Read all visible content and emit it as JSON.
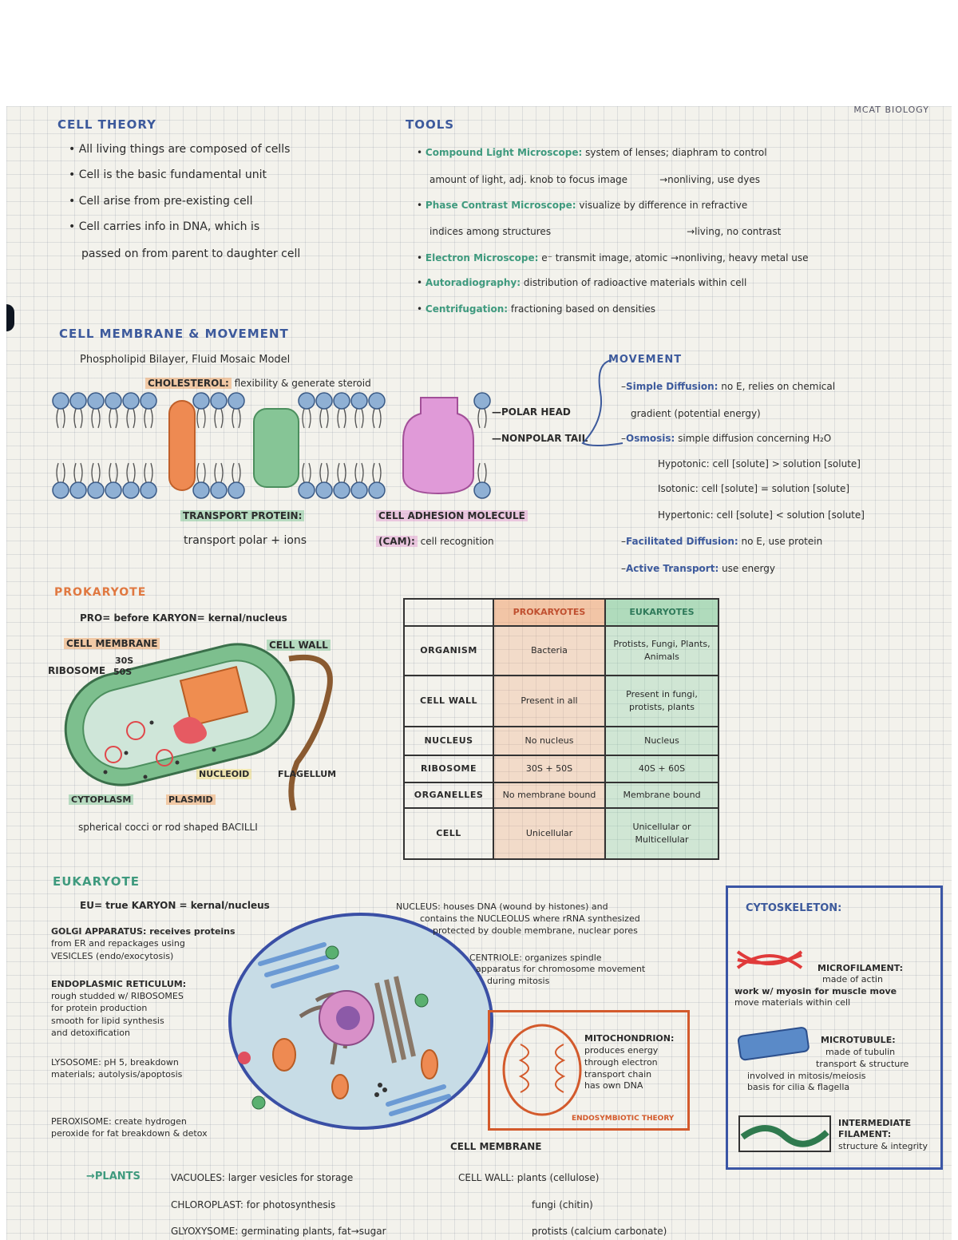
{
  "header_corner": "MCAT BIOLOGY",
  "cell_theory": {
    "title": "CELL THEORY",
    "items": [
      "All living things are composed of cells",
      "Cell is the basic fundamental unit",
      "Cell arise from pre-existing cell",
      "Cell carries info in DNA, which is",
      "passed on from parent to daughter cell"
    ]
  },
  "tools": {
    "title": "TOOLS",
    "lines": [
      {
        "term": "Compound Light Microscope:",
        "text": " system of lenses; diaphram to control"
      },
      {
        "term": "",
        "text": "amount of light, adj. knob to focus image",
        "note": "→nonliving, use dyes"
      },
      {
        "term": "Phase Contrast Microscope:",
        "text": " visualize by difference in refractive"
      },
      {
        "term": "",
        "text": "indices among structures",
        "note": "→living, no contrast"
      },
      {
        "term": "Electron Microscope:",
        "text": " e⁻ transmit image, atomic →nonliving, heavy metal use"
      },
      {
        "term": "Autoradiography:",
        "text": " distribution of radioactive materials within cell"
      },
      {
        "term": "Centrifugation:",
        "text": " fractioning based on densities"
      }
    ]
  },
  "membrane": {
    "title": "CELL MEMBRANE & MOVEMENT",
    "subtitle": "Phospholipid Bilayer, Fluid Mosaic Model",
    "cholesterol_label": "CHOLESTEROL:",
    "cholesterol_text": " flexibility & generate steroid",
    "polar_head": "POLAR HEAD",
    "nonpolar_tail": "NONPOLAR TAIL",
    "transport_label": "TRANSPORT PROTEIN:",
    "transport_text": "transport polar + ions",
    "cam_label": "CELL ADHESION MOLECULE",
    "cam_text_label": "(CAM):",
    "cam_text": " cell recognition"
  },
  "movement": {
    "title": "MOVEMENT",
    "lines": [
      {
        "term": "Simple Diffusion:",
        "text": " no E, relies on chemical"
      },
      {
        "term": "",
        "text": "gradient (potential energy)"
      },
      {
        "term": "Osmosis:",
        "text": " simple diffusion concerning H₂O"
      },
      {
        "term": "",
        "text": "Hypotonic: cell [solute] > solution [solute]"
      },
      {
        "term": "",
        "text": "Isotonic: cell [solute] = solution [solute]"
      },
      {
        "term": "",
        "text": "Hypertonic: cell [solute] < solution [solute]"
      },
      {
        "term": "Facilitated Diffusion:",
        "text": " no E, use protein"
      },
      {
        "term": "Active Transport:",
        "text": " use energy"
      }
    ]
  },
  "prokaryote": {
    "title": "PROKARYOTE",
    "subtitle": "PRO= before   KARYON= kernal/nucleus",
    "labels": {
      "cell_membrane": "CELL MEMBRANE",
      "cell_wall": "CELL WALL",
      "ribosome": "RIBOSOME",
      "r30s": "30S",
      "r50s": "50S",
      "nucleoid": "NUCLEOID",
      "flagellum": "FLAGELLUM",
      "cytoplasm": "CYTOPLASM",
      "plasmid": "PLASMID"
    },
    "shapes": "spherical cocci  or rod shaped BACILLI"
  },
  "table": {
    "headers": [
      "",
      "PROKARYOTES",
      "EUKARYOTES"
    ],
    "rows": [
      [
        "ORGANISM",
        "Bacteria",
        "Protists, Fungi, Plants, Animals"
      ],
      [
        "CELL WALL",
        "Present in all",
        "Present in fungi, protists, plants"
      ],
      [
        "NUCLEUS",
        "No nucleus",
        "Nucleus"
      ],
      [
        "RIBOSOME",
        "30S + 50S",
        "40S + 60S"
      ],
      [
        "ORGANELLES",
        "No membrane bound",
        "Membrane bound"
      ],
      [
        "CELL",
        "Unicellular",
        "Unicellular or Multicellular"
      ]
    ]
  },
  "eukaryote": {
    "title": "EUKARYOTE",
    "subtitle": "EU= true    KARYON = kernal/nucleus",
    "nucleus": [
      "NUCLEUS: houses DNA (wound by histones) and",
      "contains the NUCLEOLUS where rRNA synthesized",
      "protected by double membrane, nuclear pores"
    ],
    "golgi": [
      "GOLGI APPARATUS: receives proteins",
      "from ER and repackages using",
      "VESICLES (endo/exocytosis)"
    ],
    "er": [
      "ENDOPLASMIC RETICULUM:",
      "rough studded w/ RIBOSOMES",
      "for protein production",
      "smooth for lipid synthesis",
      "and detoxification"
    ],
    "lysosome": [
      "LYSOSOME: pH 5, breakdown",
      "materials; autolysis/apoptosis"
    ],
    "peroxisome": [
      "PEROXISOME: create hydrogen",
      "peroxide for fat breakdown & detox"
    ],
    "centriole": [
      "CENTRIOLE: organizes spindle",
      "apparatus for chromosome movement",
      "during mitosis"
    ],
    "mitochondrion": [
      "MITOCHONDRION:",
      "produces energy",
      "through electron",
      "transport chain",
      "has own DNA"
    ],
    "endosymbiotic": "ENDOSYMBIOTIC THEORY",
    "cell_membrane": "CELL MEMBRANE"
  },
  "cytoskeleton": {
    "title": "CYTOSKELETON:",
    "microfilament": [
      "MICROFILAMENT:",
      "made of actin",
      "work w/ myosin for muscle move",
      "move materials within cell"
    ],
    "microtubule": [
      "MICROTUBULE:",
      "made of tubulin",
      "transport & structure",
      "involved in mitosis/meiosis",
      "basis for cilia & flagella"
    ],
    "intermediate": [
      "INTERMEDIATE",
      "FILAMENT:",
      "structure & integrity"
    ]
  },
  "plants": {
    "title": "→PLANTS",
    "items": [
      "VACUOLES: larger vesicles for storage",
      "CHLOROPLAST: for photosynthesis",
      "GLYOXYSOME: germinating plants, fat→sugar"
    ],
    "cell_wall": [
      "CELL WALL: plants (cellulose)",
      "fungi (chitin)",
      "protists (calcium carbonate)"
    ]
  },
  "colors": {
    "blue": "#3d5a9c",
    "green": "#3f9a7e",
    "orange": "#e07840",
    "pink": "#d96fc4",
    "red": "#d84050"
  }
}
